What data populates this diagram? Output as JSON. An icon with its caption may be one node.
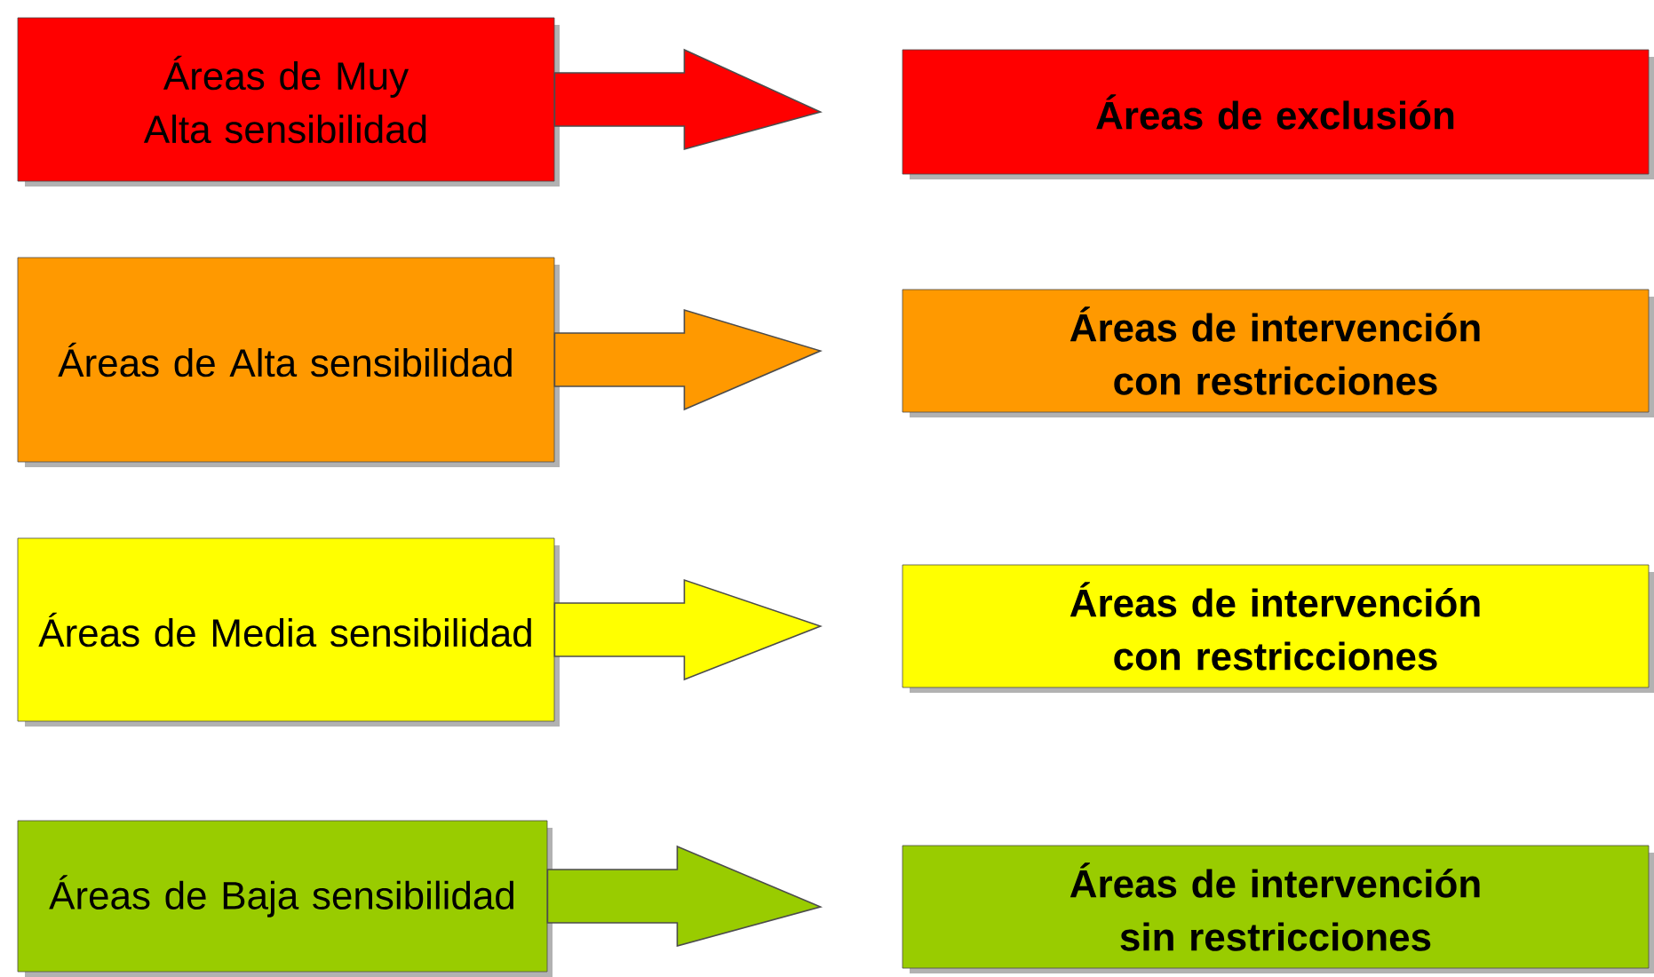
{
  "diagram": {
    "nodes": [
      {
        "text": [
          "Áreas de Muy Alta sensibilidad"
        ]
      },
      {
        "text": [
          "Áreas de exclusión"
        ]
      },
      {
        "text": [
          "Áreas de Alta sensibilidad"
        ]
      },
      {
        "text": [
          "Áreas de intervención con restricciones"
        ]
      },
      {
        "text": [
          "Áreas de Media sensibilidad"
        ]
      },
      {
        "text": [
          "Áreas de intervención con restricciones"
        ]
      },
      {
        "text": [
          "Áreas de Baja sensibilidad"
        ]
      },
      {
        "text": [
          "Áreas de intervención sin restricciones"
        ]
      }
    ],
    "edges": [
      {
        "from": 0,
        "to": 1,
        "arrow": "to"
      },
      {
        "from": 2,
        "to": 3,
        "arrow": "to"
      },
      {
        "from": 4,
        "to": 5,
        "arrow": "to"
      },
      {
        "from": 6,
        "to": 7,
        "arrow": "to"
      }
    ]
  }
}
